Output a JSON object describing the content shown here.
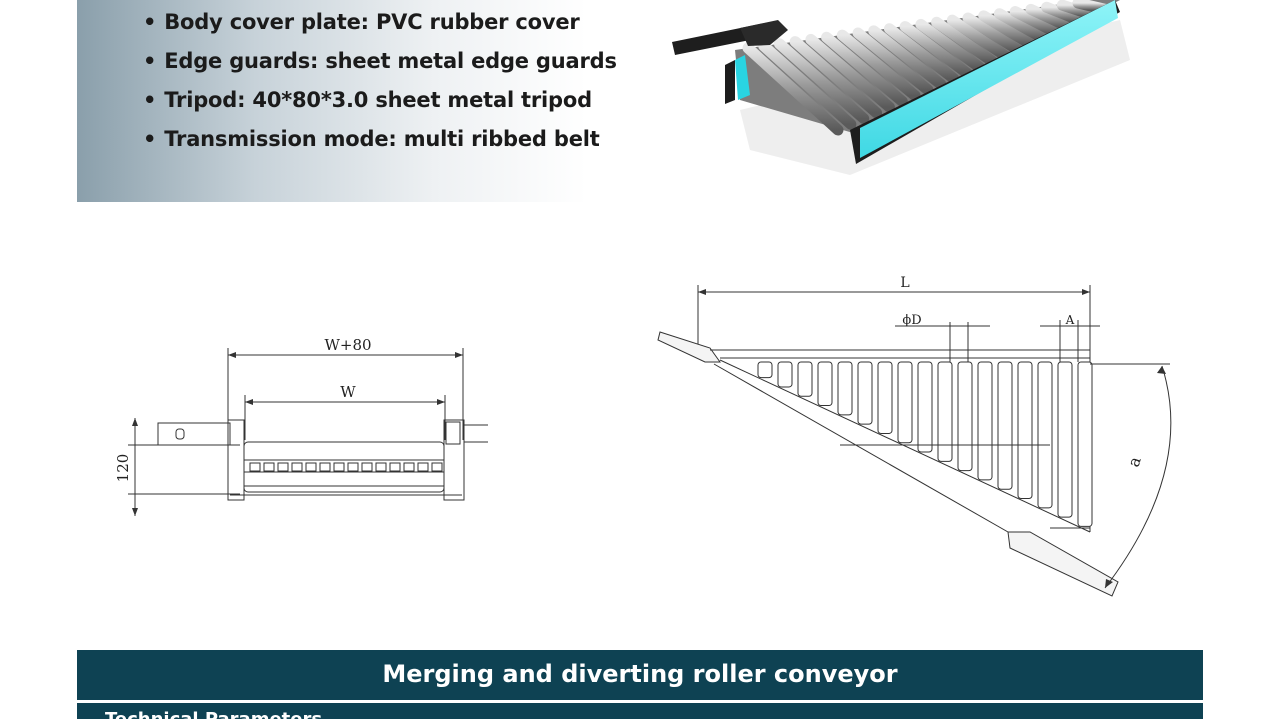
{
  "specs": [
    "Body cover plate: PVC rubber cover",
    "Edge guards: sheet metal edge guards",
    "Tripod: 40*80*3.0 sheet metal tripod",
    "Transmission mode: multi ribbed belt"
  ],
  "side_view": {
    "dim_outer": "W+80",
    "dim_inner": "W",
    "dim_height": "120"
  },
  "top_view": {
    "dim_length": "L",
    "dim_diameter": "ϕD",
    "dim_a": "A",
    "dim_angle": "a"
  },
  "section": {
    "title": "Merging and diverting roller conveyor",
    "subtitle": "Technical Parameters"
  },
  "colors": {
    "title_bar": "#0e4253",
    "guard": "#5fe8f0"
  }
}
